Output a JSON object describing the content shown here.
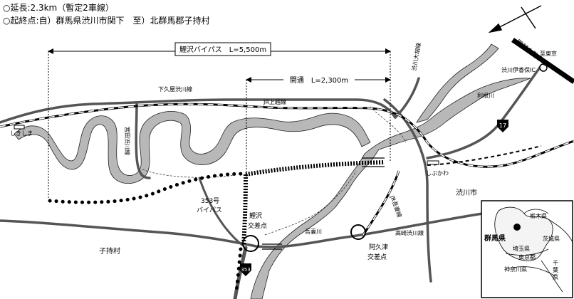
{
  "header": {
    "line1": "○延長:2.3km（暫定2車線）",
    "line2": "○起終点:自）群馬県渋川市関下　至）北群馬郡子持村"
  },
  "bypass": {
    "label": "鯉沢バイパス　L=5,500m"
  },
  "opened": {
    "label": "開通　L=2,300m"
  },
  "labels": {
    "shimokuya_line": "下久屋渋川線",
    "jr_joetsu": "JR上越線",
    "shibukawa_omichi": "渋川大胡線",
    "tone_river": "利根川",
    "kanetsu_expressway": "関越自動車道",
    "shibukawa_ikaho_ic": "渋川伊香保IC",
    "to_tokyo": "至東京",
    "shikishima": "しきしま",
    "miyata_line": "宮田渋川線",
    "shibukawa_station": "しぶかわ",
    "shibukawa_city": "渋川市",
    "route353_bypass_1": "353号",
    "route353_bypass_2": "バイパス",
    "koizawa_1": "鯉沢",
    "koizawa_2": "交差点",
    "agatsuma_river": "吾妻川",
    "jr_agatsuma": "JR吾妻線",
    "takasaki_line": "高崎渋川線",
    "akutsu_1": "阿久津",
    "akutsu_2": "交差点",
    "komochi": "子持村",
    "route17": "17",
    "route353": "353"
  },
  "inset": {
    "gunma": "群馬県",
    "tochigi": "栃木県",
    "ibaraki": "茨城県",
    "saitama": "埼玉県",
    "tokyo": "東京都",
    "kanagawa": "神奈川県",
    "chiba_1": "千",
    "chiba_2": "葉",
    "chiba_3": "県"
  },
  "colors": {
    "river": "#b8b8b8",
    "road": "#555555",
    "line": "#000000"
  }
}
